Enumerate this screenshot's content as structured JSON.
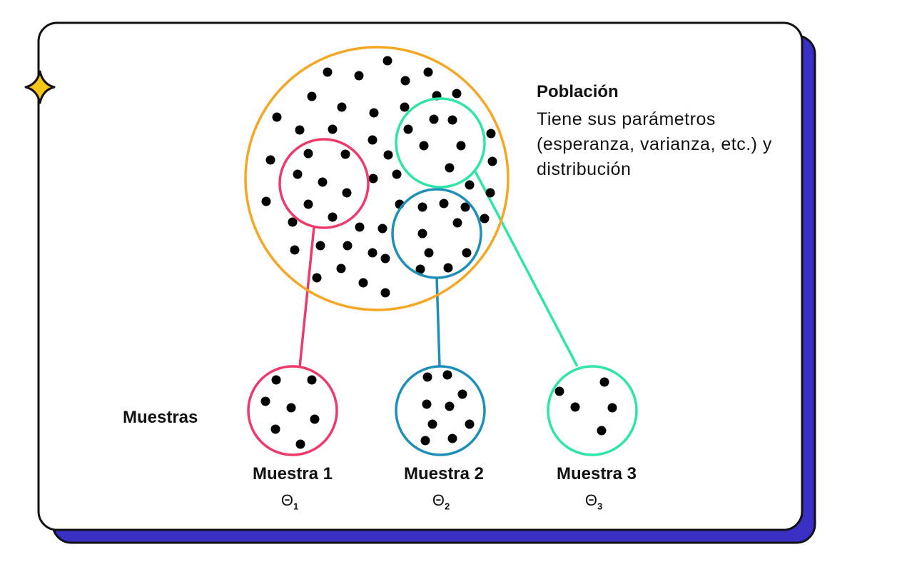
{
  "population": {
    "title": "Población",
    "description": "Tiene sus parámetros (esperanza, varianza, etc.) y distribución"
  },
  "samples_label": "Muestras",
  "samples": [
    {
      "name": "Muestra 1",
      "symbol": "Θ",
      "subscript": "1",
      "color": "#ee3a6a"
    },
    {
      "name": "Muestra 2",
      "symbol": "Θ",
      "subscript": "2",
      "color": "#1e8fb8"
    },
    {
      "name": "Muestra 3",
      "symbol": "Θ",
      "subscript": "3",
      "color": "#2ee5a8"
    }
  ],
  "colors": {
    "population_circle": "#f5a623",
    "card_shadow": "#3a2fc4",
    "card_border": "#111111",
    "sparkle": "#f5c518",
    "dot": "#000000"
  }
}
